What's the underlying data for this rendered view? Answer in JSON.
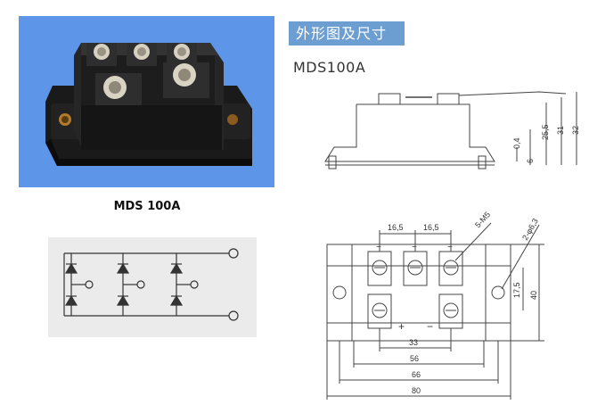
{
  "product_photo": {
    "caption": "MDS 100A",
    "background_color": "#5d96e8"
  },
  "section": {
    "title": "外形图及尺寸",
    "banner_color": "#6d9ed2"
  },
  "model": "MDS100A",
  "side_view": {
    "dimensions": [
      "0,4",
      "6",
      "25,5",
      "31",
      "32"
    ]
  },
  "top_view": {
    "dimensions": {
      "pitch_a": "16,5",
      "pitch_b": "16,5",
      "screws": "5-M5",
      "mount_holes": "2-φ6,3",
      "height_inner": "17,5",
      "height_total": "40",
      "width_33": "33",
      "width_56": "56",
      "width_66": "66",
      "width_80": "80"
    },
    "terminal_marks": {
      "ac_1": "~",
      "ac_2": "~",
      "ac_3": "~",
      "plus": "+",
      "minus": "−"
    }
  },
  "schematic": {
    "description_icon": "three-phase-bridge-rectifier"
  }
}
